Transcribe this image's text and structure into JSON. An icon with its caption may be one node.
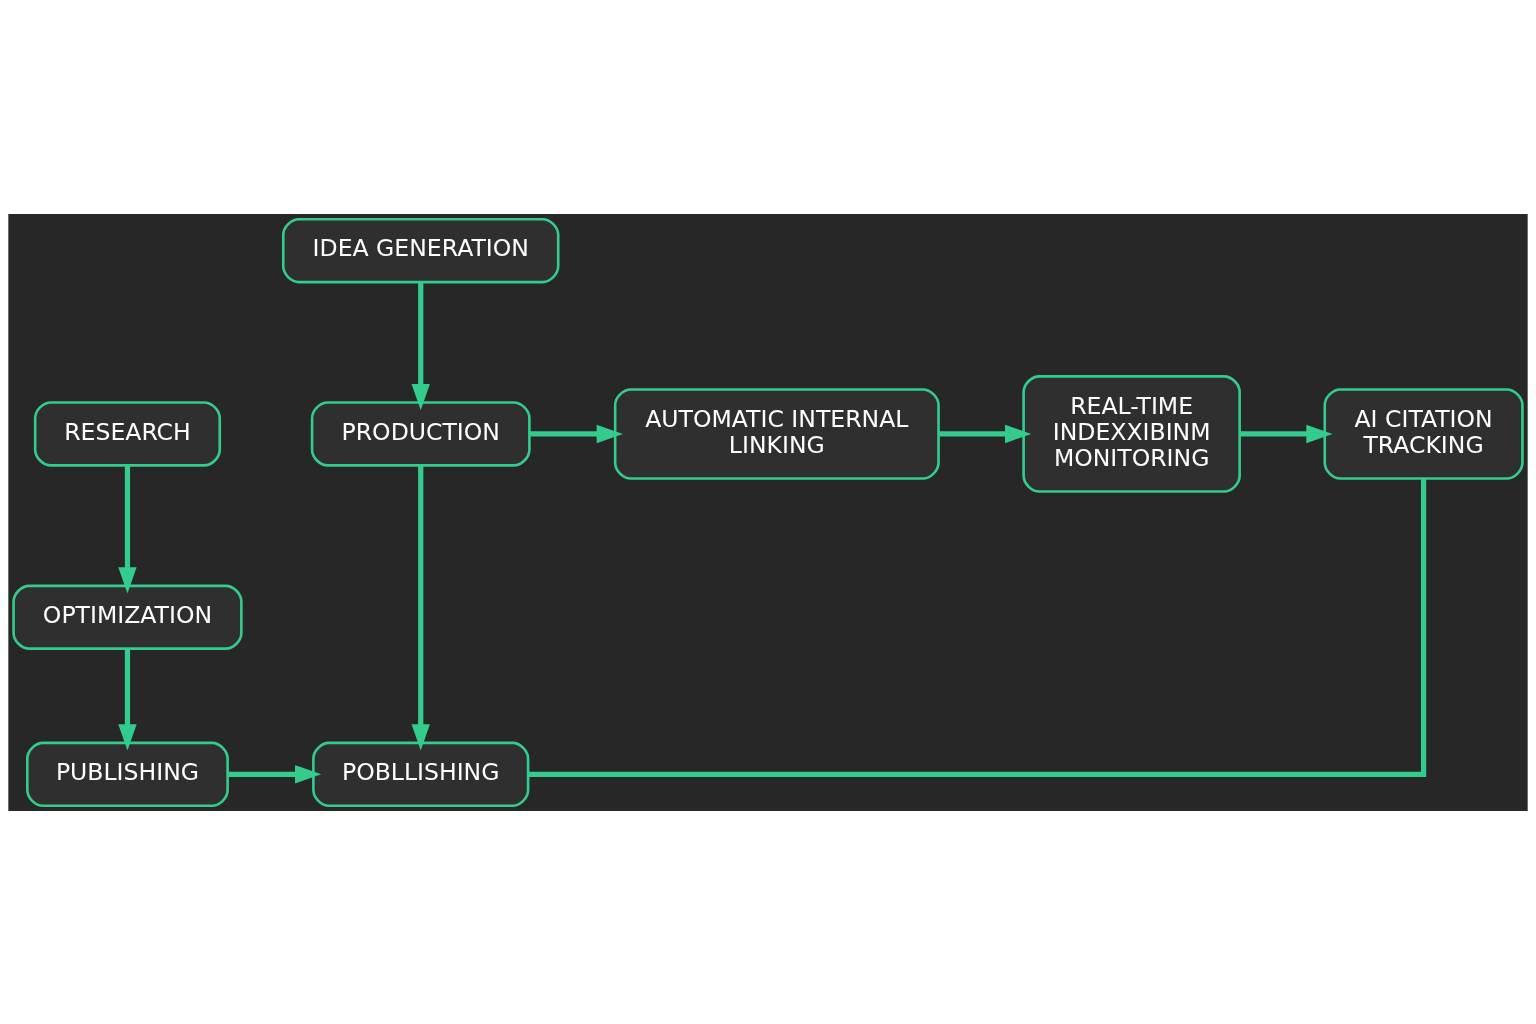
{
  "diagram": {
    "nodes": [
      {
        "text": [
          "IDEA GENERATION"
        ]
      },
      {
        "text": [
          "RESEARCH"
        ]
      },
      {
        "text": [
          "OPTIMIZATION"
        ]
      },
      {
        "text": [
          "PUBLISHING"
        ]
      },
      {
        "text": [
          "PRODUCTION"
        ]
      },
      {
        "text": [
          "POBLLISHING"
        ]
      },
      {
        "text": [
          "AUTOMATIC INTERNAL LINKING"
        ]
      },
      {
        "text": [
          "REAL-TIME INDEXXIBINM MONITORING"
        ]
      },
      {
        "text": [
          "AI CITATION TRACKING"
        ]
      }
    ],
    "edges": [
      {
        "from": 0,
        "to": 4,
        "arrow": "to"
      },
      {
        "from": 1,
        "to": 2,
        "arrow": "to"
      },
      {
        "from": 2,
        "to": 3,
        "arrow": "to"
      },
      {
        "from": 3,
        "to": 5,
        "arrow": "to"
      },
      {
        "from": 4,
        "to": 5,
        "arrow": "to"
      },
      {
        "from": 4,
        "to": 6,
        "arrow": "to"
      },
      {
        "from": 6,
        "to": 7,
        "arrow": "to"
      },
      {
        "from": 7,
        "to": 8,
        "arrow": "to"
      },
      {
        "from": 5,
        "to": 8,
        "arrow": "none"
      }
    ]
  }
}
